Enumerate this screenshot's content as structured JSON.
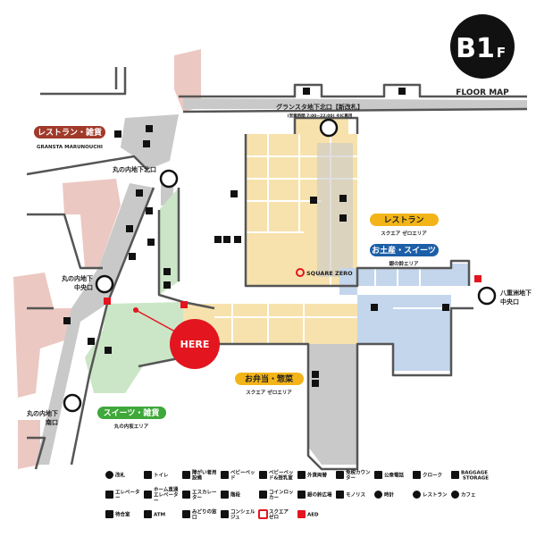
{
  "header": {
    "floor": "B1",
    "floor_suffix": "F",
    "subtitle": "FLOOR MAP"
  },
  "colors": {
    "yellow_area": "#f7e2ad",
    "blue_area": "#c3d6ec",
    "green_area": "#cbe6c6",
    "pink_area": "#ecc8c2",
    "gray_area": "#c9c9c9",
    "here": "#e3151e",
    "restaurant_pill": "#f2b418",
    "souvenir_pill": "#1c5fa8",
    "gransta_pill": "#a13a2a",
    "sweets_pill": "#3fa83a"
  },
  "gates": {
    "north_new": {
      "name": "グランスタ地下北口【新改札】",
      "note": "(営業時間 7:00~22:00) ※IC専用"
    },
    "marunouchi_north": "丸の内地下北口",
    "marunouchi_central": [
      "丸の内地下",
      "中央口"
    ],
    "marunouchi_south": [
      "丸の内地下",
      "南口"
    ],
    "yaesu_central": [
      "八重洲地下",
      "中央口"
    ]
  },
  "areas": {
    "gransta": {
      "label": "レストラン・雑貨",
      "sub": "GRANSTA MARUNOUCHI"
    },
    "restaurant": {
      "label": "レストラン",
      "sub": "スクエア ゼロエリア"
    },
    "souvenir": {
      "label": "お土産・スイーツ",
      "sub": "銀の鈴エリア"
    },
    "bento": {
      "label": "お弁当・惣菜",
      "sub": "スクエア ゼロエリア"
    },
    "sweets": {
      "label": "スイーツ・雑貨",
      "sub": "丸の内坂エリア"
    }
  },
  "square_zero": "SQUARE ZERO",
  "here": "HERE",
  "legend": [
    {
      "icon": "ticket-gate",
      "label": "改札"
    },
    {
      "icon": "toilet",
      "label": "トイレ"
    },
    {
      "icon": "accessible",
      "label": "障がい者用設備"
    },
    {
      "icon": "baby-bed",
      "label": "ベビーベッド"
    },
    {
      "icon": "nursing-room",
      "label": "ベビーベッド&授乳室"
    },
    {
      "icon": "currency-exchange",
      "label": "外貨両替"
    },
    {
      "icon": "tax-free",
      "label": "免税カウンター"
    },
    {
      "icon": "phone",
      "label": "公衆電話"
    },
    {
      "icon": "cloak",
      "label": "クローク"
    },
    {
      "icon": "baggage",
      "label": "BAGGAGE STORAGE"
    },
    {
      "icon": "elevator",
      "label": "エレベーター"
    },
    {
      "icon": "platform-elevator",
      "label": "ホーム直通エレベーター"
    },
    {
      "icon": "escalator",
      "label": "エスカレーター"
    },
    {
      "icon": "stairs",
      "label": "階段"
    },
    {
      "icon": "coin-locker",
      "label": "コインロッカー"
    },
    {
      "icon": "silver-bell",
      "label": "銀の鈴広場"
    },
    {
      "icon": "monolith",
      "label": "モノリス"
    },
    {
      "icon": "clock",
      "label": "時計"
    },
    {
      "icon": "restaurant",
      "label": "レストラン"
    },
    {
      "icon": "cafe",
      "label": "カフェ"
    },
    {
      "icon": "waiting-room",
      "label": "待合室"
    },
    {
      "icon": "atm",
      "label": "ATM"
    },
    {
      "icon": "ticket-office",
      "label": "みどりの窓口"
    },
    {
      "icon": "concierge",
      "label": "コンシェルジュ"
    },
    {
      "icon": "square-zero",
      "label": "スクエア ゼロ"
    },
    {
      "icon": "aed",
      "label": "AED"
    }
  ]
}
